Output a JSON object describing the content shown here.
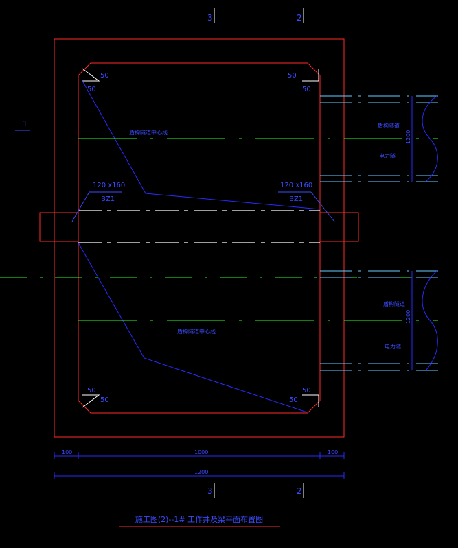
{
  "drawing": {
    "section_marks": {
      "mark_3": "3",
      "mark_2": "2",
      "mark_1": "1"
    },
    "corner_labels": {
      "tl_a": "50",
      "tl_b": "50",
      "tr_a": "50",
      "tr_b": "50",
      "bl_a": "50",
      "bl_b": "50",
      "br_a": "50",
      "br_b": "50"
    },
    "beam_labels": {
      "left_size": "120 x160",
      "left_code": "BZ1",
      "right_size": "120 x160",
      "right_code": "BZ1"
    },
    "centerline_labels": {
      "upper": "盾构隧道中心线",
      "lower": "盾构隧道中心线"
    },
    "tunnel_labels": {
      "upper_shield": "盾构隧道",
      "upper_power": "电力隧",
      "upper_dim": "1200",
      "lower_shield": "盾构隧道",
      "lower_power": "电力隧",
      "lower_dim": "1200"
    },
    "dimensions": {
      "row1_left": "100",
      "row1_mid": "1000",
      "row1_right": "100",
      "row2_total": "1200"
    },
    "title": "施工图(2)--1# 工作井及梁平面布置图",
    "colors": {
      "frame": "#ff2a2a",
      "blue": "#2a2aff",
      "green": "#22ff22",
      "cyan": "#66ccff",
      "white": "#ffffff"
    }
  }
}
